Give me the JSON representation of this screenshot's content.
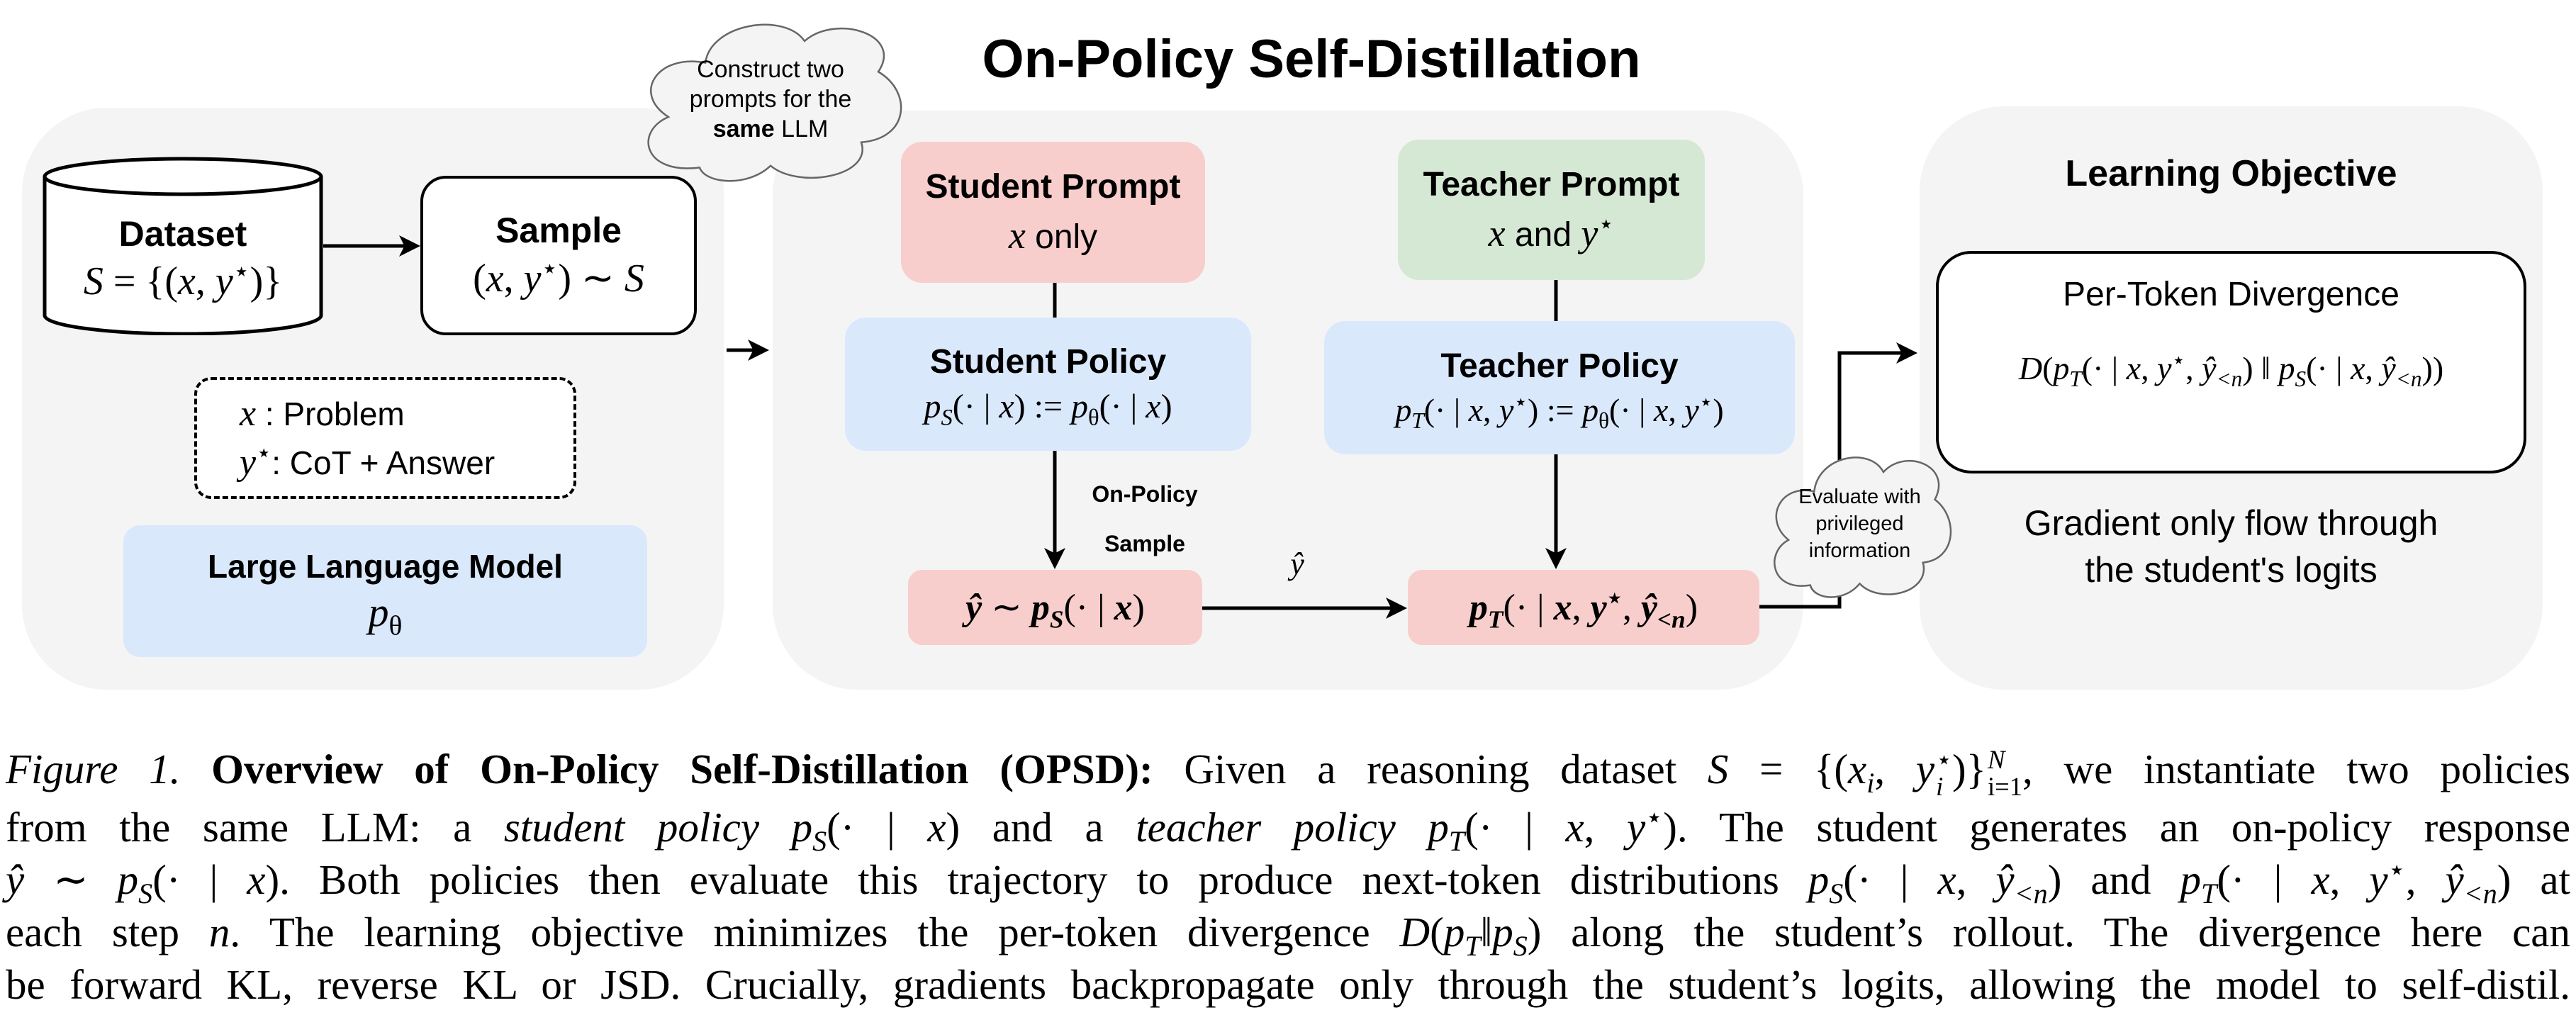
{
  "title": "On-Policy Self-Distillation",
  "cloud_construct": {
    "lines": [
      "Construct two",
      "prompts for the"
    ],
    "last_bold": "same",
    "last_rest": " LLM"
  },
  "cloud_evaluate": {
    "lines": [
      "Evaluate with",
      "privileged",
      "information"
    ]
  },
  "dataset": {
    "label": "Dataset",
    "formula": [
      {
        "t": "S",
        "i": 1
      },
      " = {(",
      {
        "t": "x",
        "i": 1
      },
      ", ",
      {
        "t": "y",
        "i": 1,
        "sup": "⋆"
      },
      ")}"
    ]
  },
  "sample": {
    "label": "Sample",
    "formula": [
      "(",
      {
        "t": "x",
        "i": 1
      },
      ", ",
      {
        "t": "y",
        "i": 1,
        "sup": "⋆"
      },
      ") ∼ ",
      {
        "t": "S",
        "i": 1
      }
    ]
  },
  "legend": {
    "x_symbol": [
      {
        "t": "x",
        "i": 1
      }
    ],
    "x_text": " : Problem",
    "y_symbol": [
      {
        "t": "y",
        "i": 1,
        "sup": "⋆"
      }
    ],
    "y_text": ": CoT + Answer"
  },
  "llm": {
    "label": "Large Language Model",
    "formula": [
      {
        "t": "p",
        "i": 1,
        "sub": "θ"
      }
    ]
  },
  "student_prompt": {
    "label": "Student Prompt",
    "formula": [
      {
        "t": "x",
        "i": 1
      }
    ],
    "text": " only"
  },
  "teacher_prompt": {
    "label": "Teacher Prompt",
    "formula_x": [
      {
        "t": "x",
        "i": 1
      }
    ],
    "text": " and ",
    "formula_y": [
      {
        "t": "y",
        "i": 1,
        "sup": "⋆"
      }
    ]
  },
  "student_policy": {
    "label": "Student Policy",
    "formula": [
      {
        "t": "p",
        "i": 1,
        "sub": "S"
      },
      "(· | ",
      {
        "t": "x",
        "i": 1
      },
      ") := ",
      {
        "t": "p",
        "i": 1,
        "sub": "θ"
      },
      "(· | ",
      {
        "t": "x",
        "i": 1
      },
      ")"
    ]
  },
  "teacher_policy": {
    "label": "Teacher Policy",
    "formula": [
      {
        "t": "p",
        "i": 1,
        "sub": "T"
      },
      "(· | ",
      {
        "t": "x",
        "i": 1
      },
      ", ",
      {
        "t": "y",
        "i": 1,
        "sup": "⋆"
      },
      ") := ",
      {
        "t": "p",
        "i": 1,
        "sub": "θ"
      },
      "(· | ",
      {
        "t": "x",
        "i": 1
      },
      ", ",
      {
        "t": "y",
        "i": 1,
        "sup": "⋆"
      },
      ")"
    ]
  },
  "on_policy_label": [
    "On-Policy",
    "Sample"
  ],
  "student_sample": {
    "formula": [
      {
        "t": "ŷ",
        "i": 1,
        "b": 1
      },
      " ∼ ",
      {
        "t": "p",
        "i": 1,
        "b": 1,
        "sub": "S"
      },
      "(· | ",
      {
        "t": "x",
        "i": 1,
        "b": 1
      },
      ")"
    ]
  },
  "yhat_label": [
    {
      "t": "ŷ",
      "i": 1
    }
  ],
  "teacher_eval": {
    "formula": [
      {
        "t": "p",
        "i": 1,
        "b": 1,
        "sub": "T"
      },
      "(· | ",
      {
        "t": "x",
        "i": 1,
        "b": 1
      },
      ", ",
      {
        "t": "y",
        "i": 1,
        "b": 1,
        "sup": "⋆"
      },
      ", ",
      {
        "t": "ŷ",
        "i": 1,
        "b": 1,
        "sub": "<n"
      },
      ")"
    ]
  },
  "objective": {
    "title": "Learning Objective",
    "box_title": "Per-Token Divergence",
    "formula": [
      {
        "t": "D",
        "i": 1
      },
      "(",
      {
        "t": "p",
        "i": 1,
        "sub": "T"
      },
      "(· | ",
      {
        "t": "x",
        "i": 1
      },
      ", ",
      {
        "t": "y",
        "i": 1,
        "sup": "⋆"
      },
      ", ",
      {
        "t": "ŷ",
        "i": 1,
        "sub": "<n"
      },
      ") ‖ ",
      {
        "t": "p",
        "i": 1,
        "sub": "S"
      },
      "(· | ",
      {
        "t": "x",
        "i": 1
      },
      ", ",
      {
        "t": "ŷ",
        "i": 1,
        "sub": "<n"
      },
      "))"
    ],
    "note_lines": [
      "Gradient only flow through",
      "the student's logits"
    ]
  },
  "caption": [
    [
      {
        "t": "Figure 1.",
        "i": 1
      },
      " ",
      {
        "t": "Overview of On-Policy Self-Distillation (OPSD):",
        "b": 1
      },
      " Given a reasoning dataset ",
      {
        "t": "S",
        "i": 1
      },
      " = {(",
      {
        "t": "x",
        "i": 1,
        "sub": "i"
      },
      ", ",
      {
        "t": "y",
        "i": 1,
        "sub": "i",
        "sup": "⋆"
      },
      ")}",
      {
        "t": "",
        "sub": "i=1",
        "sup": "N"
      },
      ", we instantiate two policies"
    ],
    [
      "from the same LLM: a ",
      {
        "t": "student policy",
        "i": 1
      },
      " ",
      {
        "t": "p",
        "i": 1,
        "sub": "S"
      },
      "(· | ",
      {
        "t": "x",
        "i": 1
      },
      ") and a ",
      {
        "t": "teacher policy",
        "i": 1
      },
      " ",
      {
        "t": "p",
        "i": 1,
        "sub": "T"
      },
      "(· | ",
      {
        "t": "x",
        "i": 1
      },
      ", ",
      {
        "t": "y",
        "i": 1,
        "sup": "⋆"
      },
      ").  The student generates an on-policy response"
    ],
    [
      {
        "t": "ŷ",
        "i": 1
      },
      " ∼ ",
      {
        "t": "p",
        "i": 1,
        "sub": "S"
      },
      "(· | ",
      {
        "t": "x",
        "i": 1
      },
      "). Both policies then evaluate this trajectory to produce next-token distributions ",
      {
        "t": "p",
        "i": 1,
        "sub": "S"
      },
      "(· | ",
      {
        "t": "x",
        "i": 1
      },
      ", ",
      {
        "t": "ŷ",
        "i": 1,
        "sub": "<n"
      },
      ") and ",
      {
        "t": "p",
        "i": 1,
        "sub": "T"
      },
      "(· | ",
      {
        "t": "x",
        "i": 1
      },
      ", ",
      {
        "t": "y",
        "i": 1,
        "sup": "⋆"
      },
      ", ",
      {
        "t": "ŷ",
        "i": 1,
        "sub": "<n"
      },
      ") at"
    ],
    [
      "each step ",
      {
        "t": "n",
        "i": 1
      },
      ". The learning objective minimizes the per-token divergence ",
      {
        "t": "D",
        "i": 1
      },
      "(",
      {
        "t": "p",
        "i": 1,
        "sub": "T"
      },
      "‖",
      {
        "t": "p",
        "i": 1,
        "sub": "S"
      },
      ") along the student’s rollout. The divergence here can"
    ],
    [
      "be forward KL, reverse KL or JSD. Crucially, gradients backpropagate only through the student’s logits, allowing the model to self-distil."
    ]
  ],
  "colors": {
    "panel": "#f4f4f4",
    "pink": "#f8cecc",
    "green": "#d5e8d4",
    "blue": "#dae8fc"
  }
}
